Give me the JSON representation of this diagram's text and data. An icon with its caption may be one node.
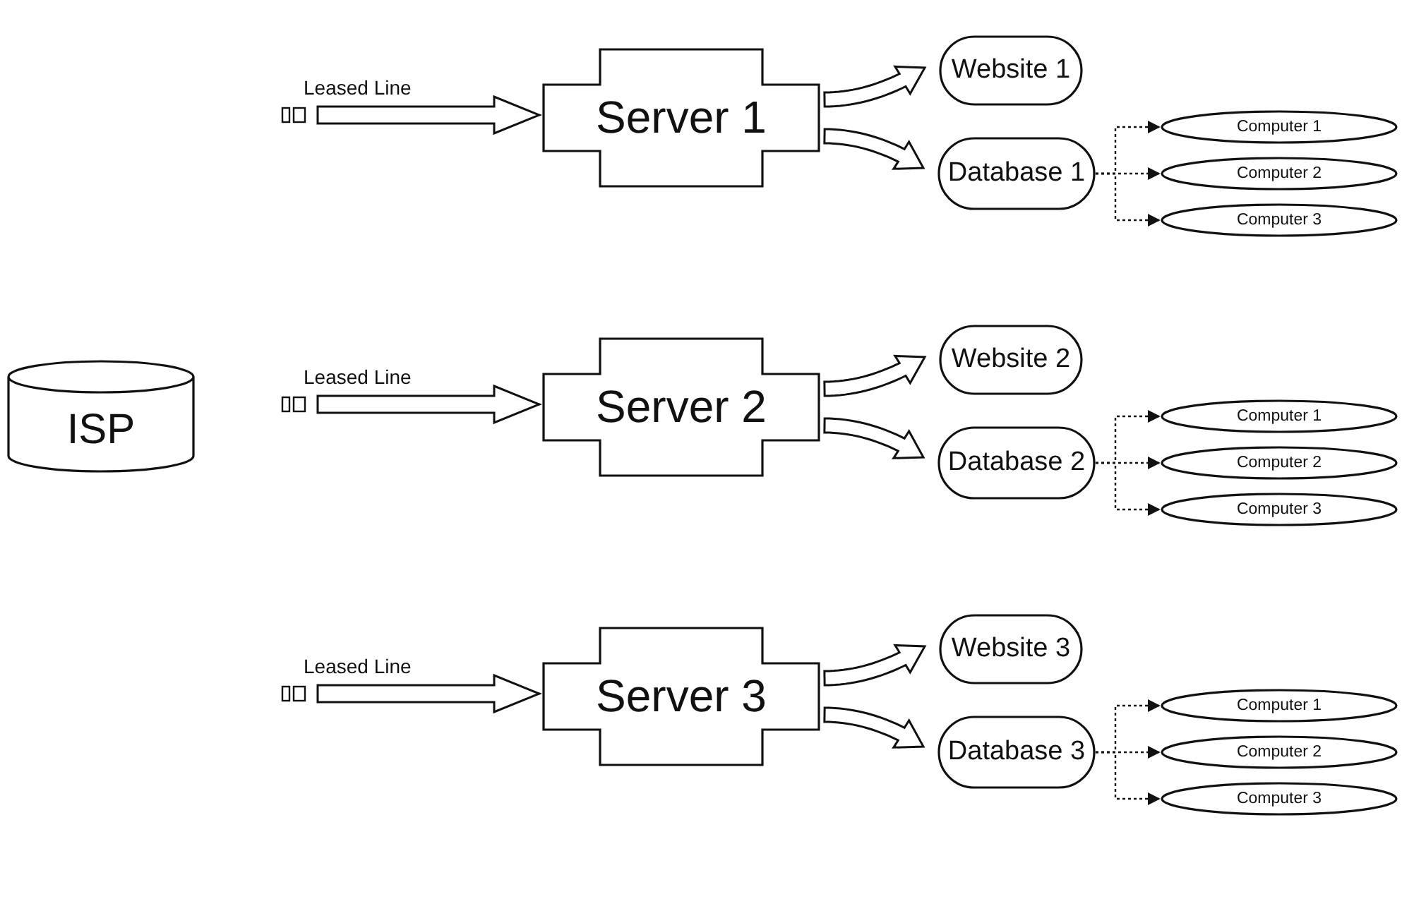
{
  "diagram": {
    "nodes": [
      {
        "text": [
          "ISP"
        ]
      },
      {
        "text": [
          "Server 1"
        ]
      },
      {
        "text": [
          "Website 1"
        ]
      },
      {
        "text": [
          "Database 1"
        ]
      },
      {
        "text": [
          "Computer 1"
        ]
      },
      {
        "text": [
          "Computer 2"
        ]
      },
      {
        "text": [
          "Computer 3"
        ]
      },
      {
        "text": [
          "Server 2"
        ]
      },
      {
        "text": [
          "Website 2"
        ]
      },
      {
        "text": [
          "Database 2"
        ]
      },
      {
        "text": [
          "Computer 1"
        ]
      },
      {
        "text": [
          "Computer 2"
        ]
      },
      {
        "text": [
          "Computer 3"
        ]
      },
      {
        "text": [
          "Server 3"
        ]
      },
      {
        "text": [
          "Website 3"
        ]
      },
      {
        "text": [
          "Database 3"
        ]
      },
      {
        "text": [
          "Computer 1"
        ]
      },
      {
        "text": [
          "Computer 2"
        ]
      },
      {
        "text": [
          "Computer 3"
        ]
      }
    ],
    "edges": [
      {
        "from": null,
        "to": 1,
        "arrow": "to",
        "label": "Leased Line",
        "style": "thick"
      },
      {
        "from": 1,
        "to": 2,
        "arrow": "to",
        "style": "thick"
      },
      {
        "from": 1,
        "to": 3,
        "arrow": "to",
        "style": "thick"
      },
      {
        "from": 3,
        "to": 4,
        "arrow": "to",
        "style": "dashed"
      },
      {
        "from": 3,
        "to": 5,
        "arrow": "to",
        "style": "dashed"
      },
      {
        "from": 3,
        "to": 6,
        "arrow": "to",
        "style": "dashed"
      },
      {
        "from": null,
        "to": 7,
        "arrow": "to",
        "label": "Leased Line",
        "style": "thick"
      },
      {
        "from": 7,
        "to": 8,
        "arrow": "to",
        "style": "thick"
      },
      {
        "from": 7,
        "to": 9,
        "arrow": "to",
        "style": "thick"
      },
      {
        "from": 9,
        "to": 10,
        "arrow": "to",
        "style": "dashed"
      },
      {
        "from": 9,
        "to": 11,
        "arrow": "to",
        "style": "dashed"
      },
      {
        "from": 9,
        "to": 12,
        "arrow": "to",
        "style": "dashed"
      },
      {
        "from": null,
        "to": 13,
        "arrow": "to",
        "label": "Leased Line",
        "style": "thick"
      },
      {
        "from": 13,
        "to": 14,
        "arrow": "to",
        "style": "thick"
      },
      {
        "from": 13,
        "to": 15,
        "arrow": "to",
        "style": "thick"
      },
      {
        "from": 15,
        "to": 16,
        "arrow": "to",
        "style": "dashed"
      },
      {
        "from": 15,
        "to": 17,
        "arrow": "to",
        "style": "dashed"
      },
      {
        "from": 15,
        "to": 18,
        "arrow": "to",
        "style": "dashed"
      }
    ]
  }
}
